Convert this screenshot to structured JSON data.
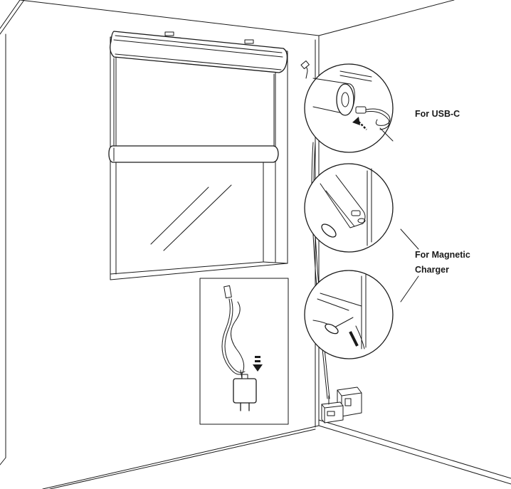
{
  "diagram": {
    "usb_c_label": "For USB-C",
    "magnetic_label_line1": "For Magnetic",
    "magnetic_label_line2": "Charger",
    "icons": [
      "window-roller-shade",
      "usb-c-cable",
      "magnetic-charger",
      "power-adapter",
      "wall-outlet"
    ],
    "line_color": "#1a1a1a",
    "background_color": "#ffffff"
  }
}
